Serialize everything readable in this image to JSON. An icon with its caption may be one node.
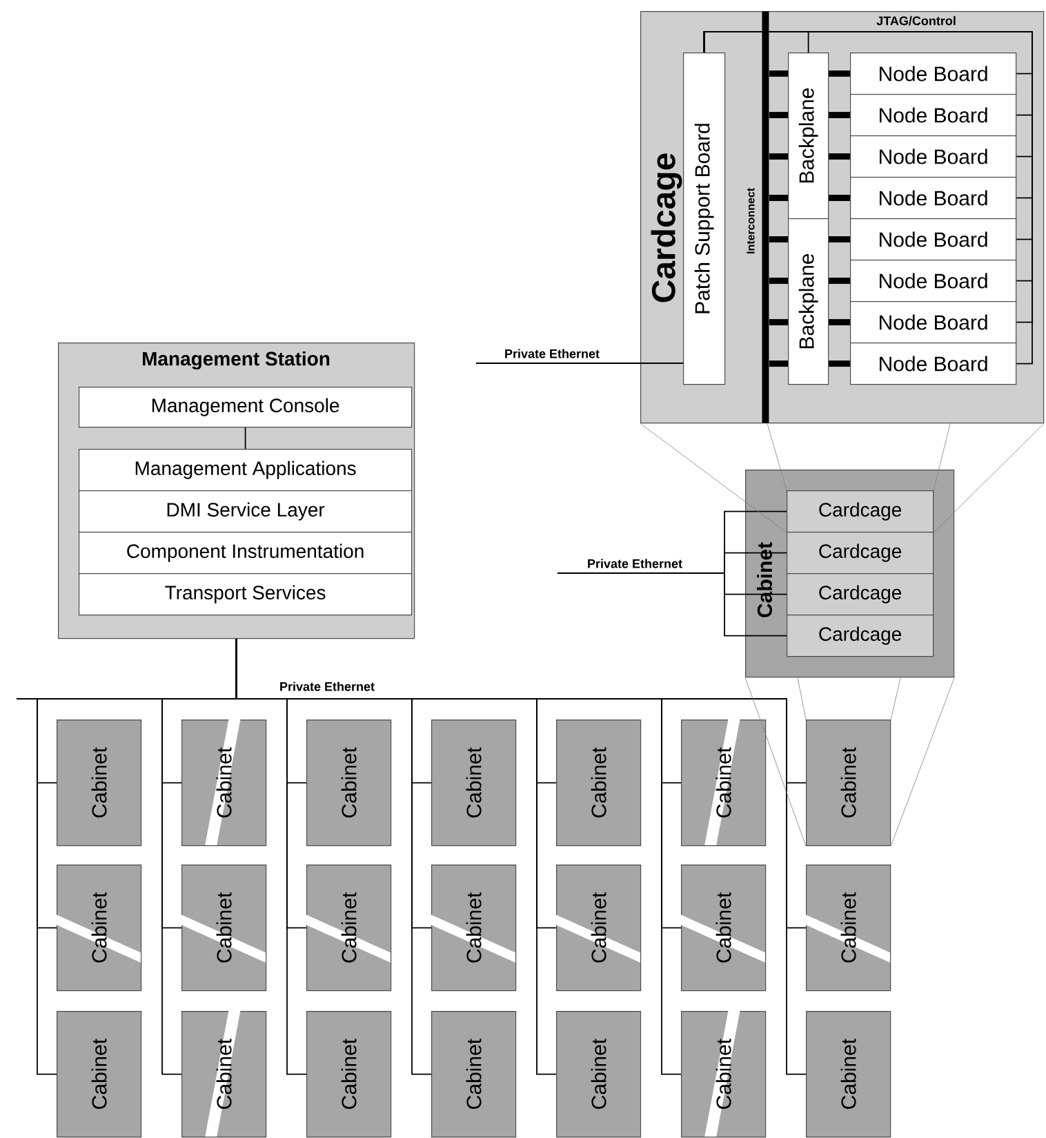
{
  "diagram": {
    "nodes": [
      {
        "text": [
          "Management Station"
        ]
      },
      {
        "text": [
          "Management Console"
        ],
        "in": 0
      },
      {
        "text": [
          "Management Applications"
        ],
        "in": 0
      },
      {
        "text": [
          "DMI Service Layer"
        ],
        "in": 0
      },
      {
        "text": [
          "Component Instrumentation"
        ],
        "in": 0
      },
      {
        "text": [
          "Transport Services"
        ],
        "in": 0
      },
      {
        "text": [
          "Cardcage"
        ]
      },
      {
        "text": [
          "Patch Support Board"
        ],
        "in": 6
      },
      {
        "text": [],
        "shape": "bar",
        "beside": [
          "Interconnect"
        ],
        "in": 6
      },
      {
        "text": [
          "Backplane"
        ],
        "in": 6
      },
      {
        "text": [
          "Backplane"
        ],
        "in": 6
      },
      {
        "text": [
          "Node Board"
        ],
        "in": 6
      },
      {
        "text": [
          "Node Board"
        ],
        "in": 6
      },
      {
        "text": [
          "Node Board"
        ],
        "in": 6
      },
      {
        "text": [
          "Node Board"
        ],
        "in": 6
      },
      {
        "text": [
          "Node Board"
        ],
        "in": 6
      },
      {
        "text": [
          "Node Board"
        ],
        "in": 6
      },
      {
        "text": [
          "Node Board"
        ],
        "in": 6
      },
      {
        "text": [
          "Node Board"
        ],
        "in": 6
      },
      {
        "text": [
          "Cabinet"
        ]
      },
      {
        "text": [
          "Cardcage"
        ],
        "in": 19
      },
      {
        "text": [
          "Cardcage"
        ],
        "in": 19
      },
      {
        "text": [
          "Cardcage"
        ],
        "in": 19
      },
      {
        "text": [
          "Cardcage"
        ],
        "in": 19
      },
      {
        "text": [
          "Cabinet"
        ]
      },
      {
        "text": [
          "Cabinet"
        ]
      },
      {
        "text": [
          "Cabinet"
        ]
      },
      {
        "text": [
          "Cabinet"
        ]
      },
      {
        "text": [
          "Cabinet"
        ]
      },
      {
        "text": [
          "Cabinet"
        ]
      },
      {
        "text": [
          "Cabinet"
        ]
      },
      {
        "text": [
          "Cabinet"
        ]
      },
      {
        "text": [
          "Cabinet"
        ]
      },
      {
        "text": [
          "Cabinet"
        ]
      },
      {
        "text": [
          "Cabinet"
        ]
      },
      {
        "text": [
          "Cabinet"
        ]
      },
      {
        "text": [
          "Cabinet"
        ]
      },
      {
        "text": [
          "Cabinet"
        ]
      },
      {
        "text": [
          "Cabinet"
        ]
      },
      {
        "text": [
          "Cabinet"
        ]
      },
      {
        "text": [
          "Cabinet"
        ]
      },
      {
        "text": [
          "Cabinet"
        ]
      },
      {
        "text": [
          "Cabinet"
        ]
      },
      {
        "text": [
          "Cabinet"
        ]
      },
      {
        "text": [
          "Cabinet"
        ]
      }
    ],
    "edges": [
      {
        "from": 1,
        "to": 2,
        "arrow": "none"
      },
      {
        "from": 8,
        "to": 9,
        "arrow": "none",
        "style": "thick"
      },
      {
        "from": 8,
        "to": 9,
        "arrow": "none",
        "style": "thick"
      },
      {
        "from": 8,
        "to": 9,
        "arrow": "none",
        "style": "thick"
      },
      {
        "from": 8,
        "to": 9,
        "arrow": "none",
        "style": "thick"
      },
      {
        "from": 8,
        "to": 10,
        "arrow": "none",
        "style": "thick"
      },
      {
        "from": 8,
        "to": 10,
        "arrow": "none",
        "style": "thick"
      },
      {
        "from": 8,
        "to": 10,
        "arrow": "none",
        "style": "thick"
      },
      {
        "from": 8,
        "to": 10,
        "arrow": "none",
        "style": "thick"
      },
      {
        "from": 9,
        "to": 11,
        "arrow": "none",
        "style": "thick"
      },
      {
        "from": 9,
        "to": 12,
        "arrow": "none",
        "style": "thick"
      },
      {
        "from": 9,
        "to": 13,
        "arrow": "none",
        "style": "thick"
      },
      {
        "from": 9,
        "to": 14,
        "arrow": "none",
        "style": "thick"
      },
      {
        "from": 10,
        "to": 15,
        "arrow": "none",
        "style": "thick"
      },
      {
        "from": 10,
        "to": 16,
        "arrow": "none",
        "style": "thick"
      },
      {
        "from": 10,
        "to": 17,
        "arrow": "none",
        "style": "thick"
      },
      {
        "from": 10,
        "to": 18,
        "arrow": "none",
        "style": "thick"
      },
      {
        "from": 7,
        "to": 9,
        "arrow": "none"
      },
      {
        "from": 7,
        "to": 11,
        "arrow": "none",
        "label": "JTAG/Control"
      },
      {
        "from": 7,
        "to": 12,
        "arrow": "none"
      },
      {
        "from": 7,
        "to": 13,
        "arrow": "none"
      },
      {
        "from": 7,
        "to": 14,
        "arrow": "none"
      },
      {
        "from": 7,
        "to": 15,
        "arrow": "none"
      },
      {
        "from": 7,
        "to": 16,
        "arrow": "none"
      },
      {
        "from": 7,
        "to": 17,
        "arrow": "none"
      },
      {
        "from": 7,
        "to": 18,
        "arrow": "none"
      },
      {
        "from": null,
        "to": 7,
        "arrow": "none",
        "label": "Private Ethernet"
      },
      {
        "from": null,
        "to": 20,
        "arrow": "none",
        "label": "Private Ethernet"
      },
      {
        "from": null,
        "to": 21,
        "arrow": "none"
      },
      {
        "from": null,
        "to": 22,
        "arrow": "none"
      },
      {
        "from": null,
        "to": 23,
        "arrow": "none"
      },
      {
        "from": 0,
        "to": 24,
        "arrow": "none"
      },
      {
        "from": 0,
        "to": 25,
        "arrow": "none"
      },
      {
        "from": 0,
        "to": 26,
        "arrow": "none",
        "label": "Private Ethernet"
      },
      {
        "from": 0,
        "to": 27,
        "arrow": "none"
      },
      {
        "from": 0,
        "to": 28,
        "arrow": "none"
      },
      {
        "from": 0,
        "to": 29,
        "arrow": "none"
      },
      {
        "from": 0,
        "to": 30,
        "arrow": "none"
      },
      {
        "from": 0,
        "to": 31,
        "arrow": "none"
      },
      {
        "from": 0,
        "to": 32,
        "arrow": "none"
      },
      {
        "from": 0,
        "to": 33,
        "arrow": "none"
      },
      {
        "from": 0,
        "to": 34,
        "arrow": "none"
      },
      {
        "from": 0,
        "to": 35,
        "arrow": "none"
      },
      {
        "from": 0,
        "to": 36,
        "arrow": "none"
      },
      {
        "from": 0,
        "to": 37,
        "arrow": "none"
      },
      {
        "from": 0,
        "to": 38,
        "arrow": "none"
      },
      {
        "from": 0,
        "to": 39,
        "arrow": "none"
      },
      {
        "from": 0,
        "to": 40,
        "arrow": "none"
      },
      {
        "from": 0,
        "to": 41,
        "arrow": "none"
      },
      {
        "from": 0,
        "to": 42,
        "arrow": "none"
      },
      {
        "from": 0,
        "to": 43,
        "arrow": "none"
      },
      {
        "from": 0,
        "to": 44,
        "arrow": "none"
      },
      {
        "from": 6,
        "to": 20,
        "arrow": "none",
        "color": "#808080"
      },
      {
        "from": 6,
        "to": 20,
        "arrow": "none",
        "color": "#808080"
      },
      {
        "from": 6,
        "to": 20,
        "arrow": "none",
        "color": "#808080"
      },
      {
        "from": 6,
        "to": 20,
        "arrow": "none",
        "color": "#808080"
      },
      {
        "from": 19,
        "to": 30,
        "arrow": "none",
        "color": "#808080"
      },
      {
        "from": 19,
        "to": 30,
        "arrow": "none",
        "color": "#808080"
      },
      {
        "from": 19,
        "to": 30,
        "arrow": "none",
        "color": "#808080"
      },
      {
        "from": 19,
        "to": 30,
        "arrow": "none",
        "color": "#808080"
      }
    ]
  }
}
